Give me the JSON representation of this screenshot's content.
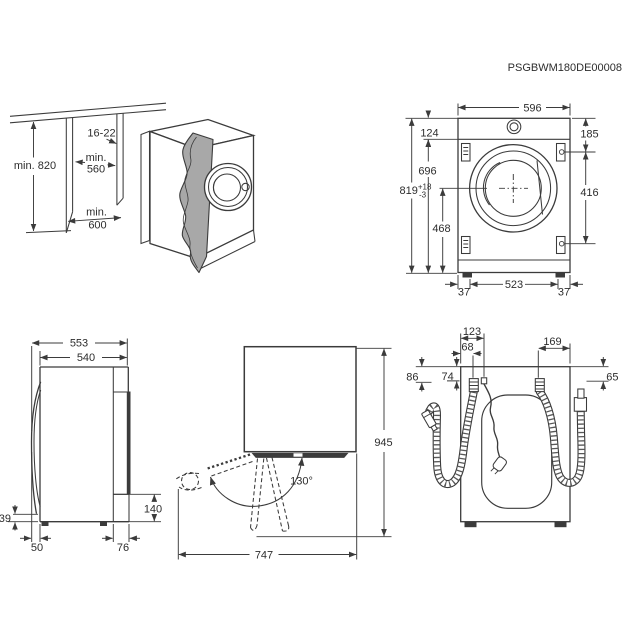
{
  "part_code": "PSGBWM180DE00008",
  "niche": {
    "min_height": "min. 820",
    "panel_thickness": "16-22",
    "min_width_prefix": "min.",
    "min_width": "560",
    "min_depth_prefix": "min.",
    "min_depth": "600"
  },
  "front_view": {
    "width": "596",
    "top_panel_offset": "124",
    "body_height": "696",
    "overall_height": "819",
    "tolerance_plus": "+18",
    "tolerance_minus": "-3",
    "drum_center_height": "468",
    "bracket_top_offset": "185",
    "bracket_span": "416",
    "foot_margin_left": "37",
    "foot_spacing": "523",
    "foot_margin_right": "37"
  },
  "side_view": {
    "depth_with_door": "553",
    "depth_body": "540",
    "rear_recess_height": "140",
    "front_gap": "39",
    "front_offset": "50",
    "rear_offset": "76"
  },
  "top_view": {
    "height_open": "945",
    "depth_door_open": "747",
    "door_angle": "130°"
  },
  "rear_view": {
    "cable_offset": "123",
    "drain_offset": "68",
    "drain_top_gap": "86",
    "hose_top_gap": "74",
    "inlet_offset": "169",
    "inlet_top_gap": "65"
  }
}
